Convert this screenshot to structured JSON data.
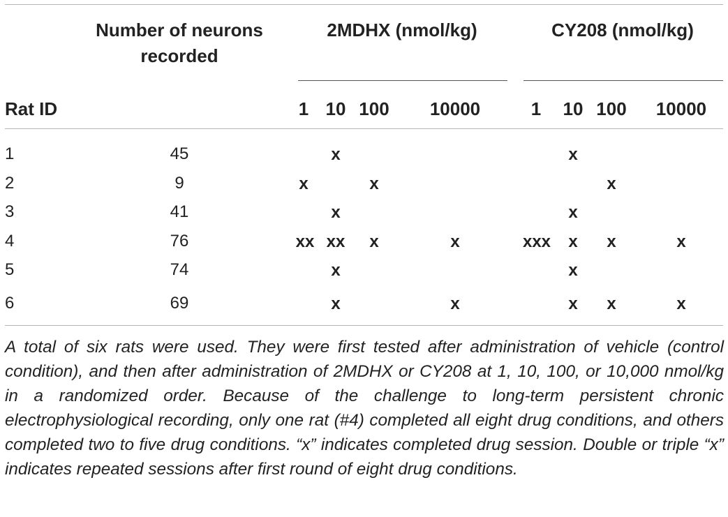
{
  "table": {
    "header": {
      "neurons_label_line1": "Number of neurons",
      "neurons_label_line2": "recorded",
      "group1": "2MDHX (nmol/kg)",
      "group2": "CY208 (nmol/kg)",
      "rat_id_label": "Rat ID",
      "dose_labels": [
        "1",
        "10",
        "100",
        "10000"
      ]
    },
    "rows": [
      {
        "rat": "1",
        "neurons": "45",
        "g1": [
          "",
          "x",
          "",
          ""
        ],
        "g2": [
          "",
          "x",
          "",
          ""
        ]
      },
      {
        "rat": "2",
        "neurons": "9",
        "g1": [
          "x",
          "",
          "x",
          ""
        ],
        "g2": [
          "",
          "",
          "x",
          ""
        ]
      },
      {
        "rat": "3",
        "neurons": "41",
        "g1": [
          "",
          "x",
          "",
          ""
        ],
        "g2": [
          "",
          "x",
          "",
          ""
        ]
      },
      {
        "rat": "4",
        "neurons": "76",
        "g1": [
          "xx",
          "xx",
          "x",
          "x"
        ],
        "g2": [
          "xxx",
          "x",
          "x",
          "x"
        ]
      },
      {
        "rat": "5",
        "neurons": "74",
        "g1": [
          "",
          "x",
          "",
          ""
        ],
        "g2": [
          "",
          "x",
          "",
          ""
        ]
      },
      {
        "rat": "6",
        "neurons": "69",
        "g1": [
          "",
          "x",
          "",
          "x"
        ],
        "g2": [
          "",
          "x",
          "x",
          "x"
        ]
      }
    ]
  },
  "caption": "A total of six rats were used. They were first tested after administration of vehicle (control condition), and then after administration of 2MDHX or CY208 at 1, 10, 100, or 10,000 nmol/kg in a randomized order. Because of the challenge to long-term persistent chronic electrophysiological recording, only one rat (#4) completed all eight drug conditions, and others completed two to five drug conditions. “x” indicates completed drug session. Double or triple “x” indicates repeated sessions after first round of eight drug conditions."
}
